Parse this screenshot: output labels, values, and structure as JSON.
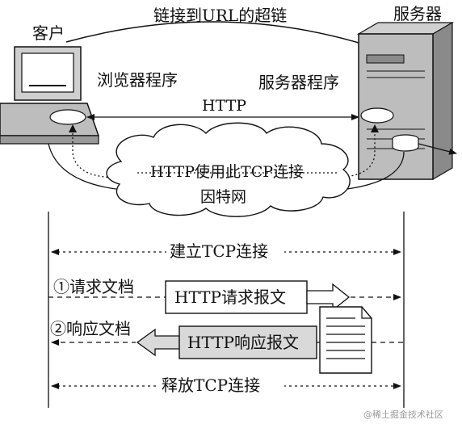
{
  "labels": {
    "link_to_url": "链接到URL的超链",
    "client": "客户",
    "server": "服务器",
    "browser_program": "浏览器程序",
    "server_program": "服务器程序",
    "http": "HTTP",
    "http_uses_tcp": "HTTP使用此TCP连接",
    "internet": "因特网",
    "establish_tcp": "建立TCP连接",
    "request_doc": "①请求文档",
    "response_doc": "②响应文档",
    "http_request_msg": "HTTP请求报文",
    "http_response_msg": "HTTP响应报文",
    "release_tcp": "释放TCP连接"
  },
  "watermark": "@稀土掘金技术社区",
  "icons": {
    "client_computer": "desktop-computer-icon",
    "server_tower": "server-tower-icon",
    "internet_cloud": "cloud-icon",
    "web_document": "document-icon"
  },
  "colors": {
    "stroke": "#111111",
    "cloud_fill": "#ffffff",
    "monitor_screen": "#ffffff",
    "server_body": "#bdbdbd",
    "server_dark": "#8a8a8a",
    "response_box_fill": "#d9d9d9"
  }
}
